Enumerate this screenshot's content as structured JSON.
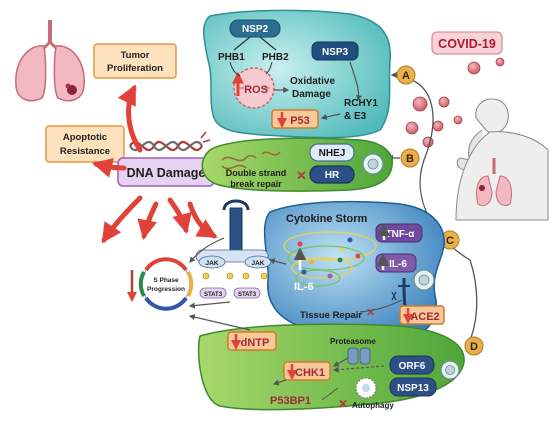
{
  "colors": {
    "orange_box": "#f7b267",
    "green_panel": "#8ccf4d",
    "teal_panel": "#5fc4c4",
    "blue_panel": "#3e8fc7",
    "oval_blue": "#dff1fb",
    "red_arrow": "#e0423a",
    "gold_circle": "#e8b04d",
    "covid_pink": "#f6c6cf"
  },
  "labels": {
    "tumor_proliferation": "Tumor Proliferation",
    "apoptotic_resistance": "Apoptotic Resistance",
    "dna_damage": "DNA Damage",
    "covid19": "COVID-19",
    "nsp2": "NSP2",
    "phb1": "PHB1",
    "phb2": "PHB2",
    "nsp3": "NSP3",
    "ros": "ROS",
    "oxidative_damage": "Oxidative Damage",
    "rchy1": "RCHY1 & E3",
    "p53": "P53",
    "nhej": "NHEJ",
    "hr": "HR",
    "dsb_repair": "Double strand break repair",
    "cytokine_storm": "Cytokine Storm",
    "tnf": "TNF-α",
    "il6_box": "IL-6",
    "il6_swirl": "IL-6",
    "tissue_repair": "Tissue Repair",
    "ace2": "ACE2",
    "jak_left": "JAK",
    "jak_right": "JAK",
    "stat3_left": "STAT3",
    "stat3_right": "STAT3",
    "s_phase": "S Phase Progression",
    "dntp": "dNTP",
    "proteasome": "Proteasome",
    "orf6": "ORF6",
    "chk1": "CHK1",
    "nsp13": "NSP13",
    "autophagy": "Autophagy",
    "p53bp1": "P53BP1",
    "path_a": "A",
    "path_b": "B",
    "path_c": "C",
    "path_d": "D"
  }
}
